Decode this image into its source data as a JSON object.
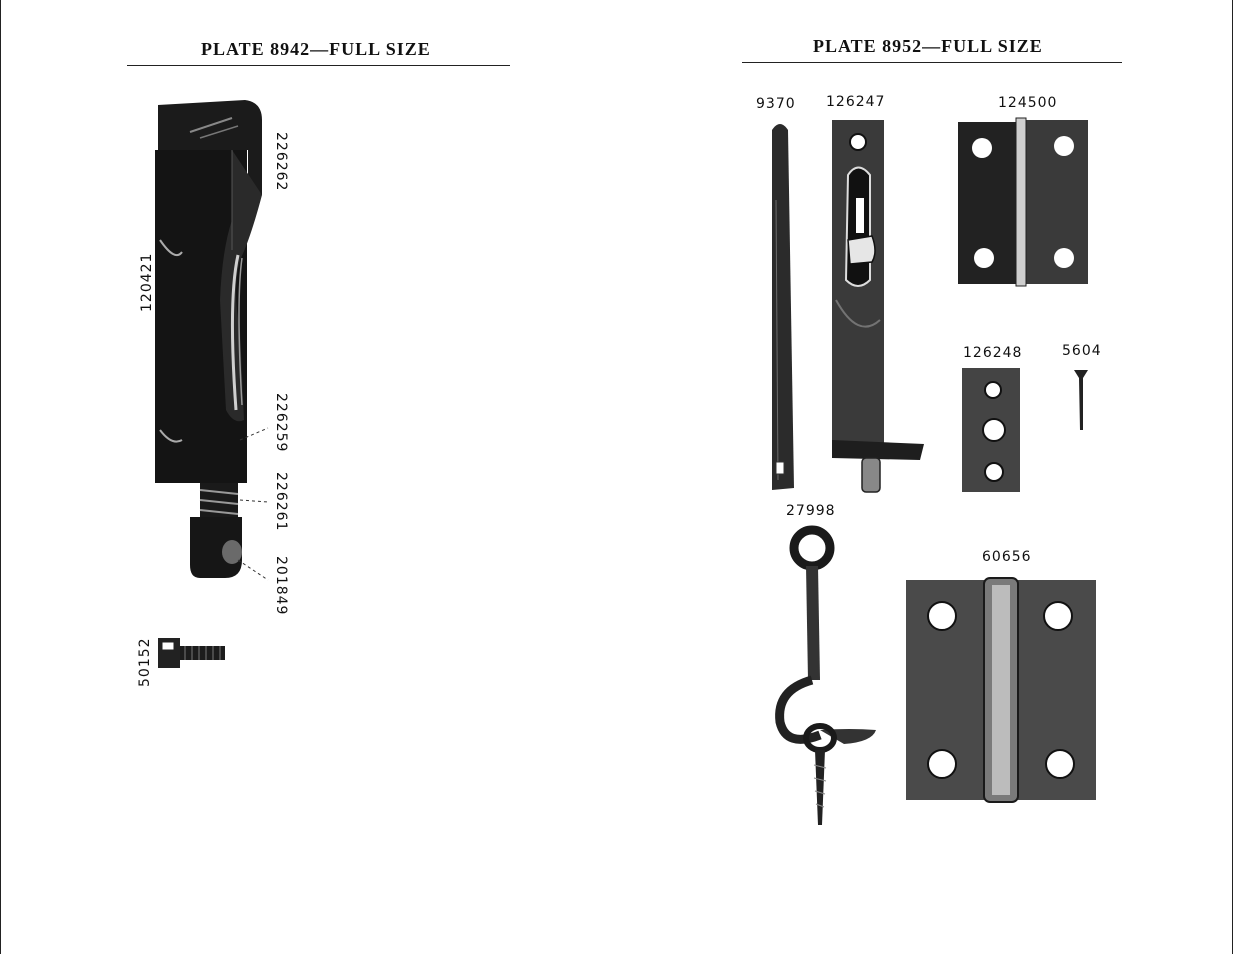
{
  "left_plate": {
    "title": "PLATE 8942—FULL SIZE",
    "parts": {
      "bolt_body": "120421",
      "top_knob": "226262",
      "pin": "226259",
      "spring": "226261",
      "end_cap": "201849",
      "screw": "50152"
    }
  },
  "right_plate": {
    "title": "PLATE 8952—FULL SIZE",
    "parts": {
      "flat_bar": "9370",
      "slide_bolt": "126247",
      "small_hinge": "124500",
      "strike_plate": "126248",
      "nail": "5604",
      "hook_and_eye": "27998",
      "large_hinge": "60656"
    }
  }
}
